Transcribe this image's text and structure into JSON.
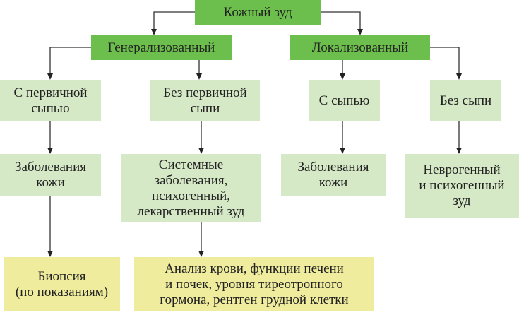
{
  "nodes": {
    "root": "Кожный зуд",
    "generalized": "Генерализованный",
    "localized": "Локализованный",
    "with_primary_rash": "С первичной\nсыпью",
    "without_primary_rash": "Без первичной\nсыпи",
    "with_rash": "С сыпью",
    "without_rash": "Без сыпи",
    "skin_diseases_1": "Заболевания\nкожи",
    "systemic": "Системные\nзаболевания,\nпсихогенный,\nлекарственный зуд",
    "skin_diseases_2": "Заболевания\nкожи",
    "neurogenic": "Неврогенный\nи психогенный\nзуд",
    "biopsy": "Биопсия\n(по показаниям)",
    "tests": "Анализ крови, функции печени\nи почек, уровня тиреотропного\nгормона, рентген грудной клетки"
  },
  "colors": {
    "primary": "#6cbf4c",
    "secondary": "#d6e9c6",
    "action": "#efec9e"
  }
}
